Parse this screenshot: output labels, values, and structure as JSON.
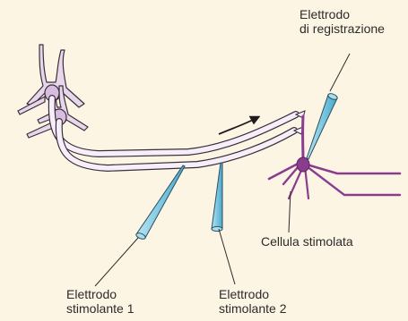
{
  "labels": {
    "recording_electrode": [
      "Elettrodo",
      "di registrazione"
    ],
    "stimulating_electrode_1": [
      "Elettrodo",
      "stimolante 1"
    ],
    "stimulating_electrode_2": [
      "Elettrodo",
      "stimolante 2"
    ],
    "stimulated_cell": "Cellula stimolata"
  },
  "colors": {
    "background": "#fdf5e4",
    "presynaptic_neuron": "#e8d7ea",
    "postsynaptic_neuron": "#8a3d8f",
    "axon_outline": "#3a2e3a",
    "electrode": "#7ec9e3",
    "leader_line": "#2b2b2b"
  },
  "icons": {
    "direction": "arrow-icon"
  }
}
